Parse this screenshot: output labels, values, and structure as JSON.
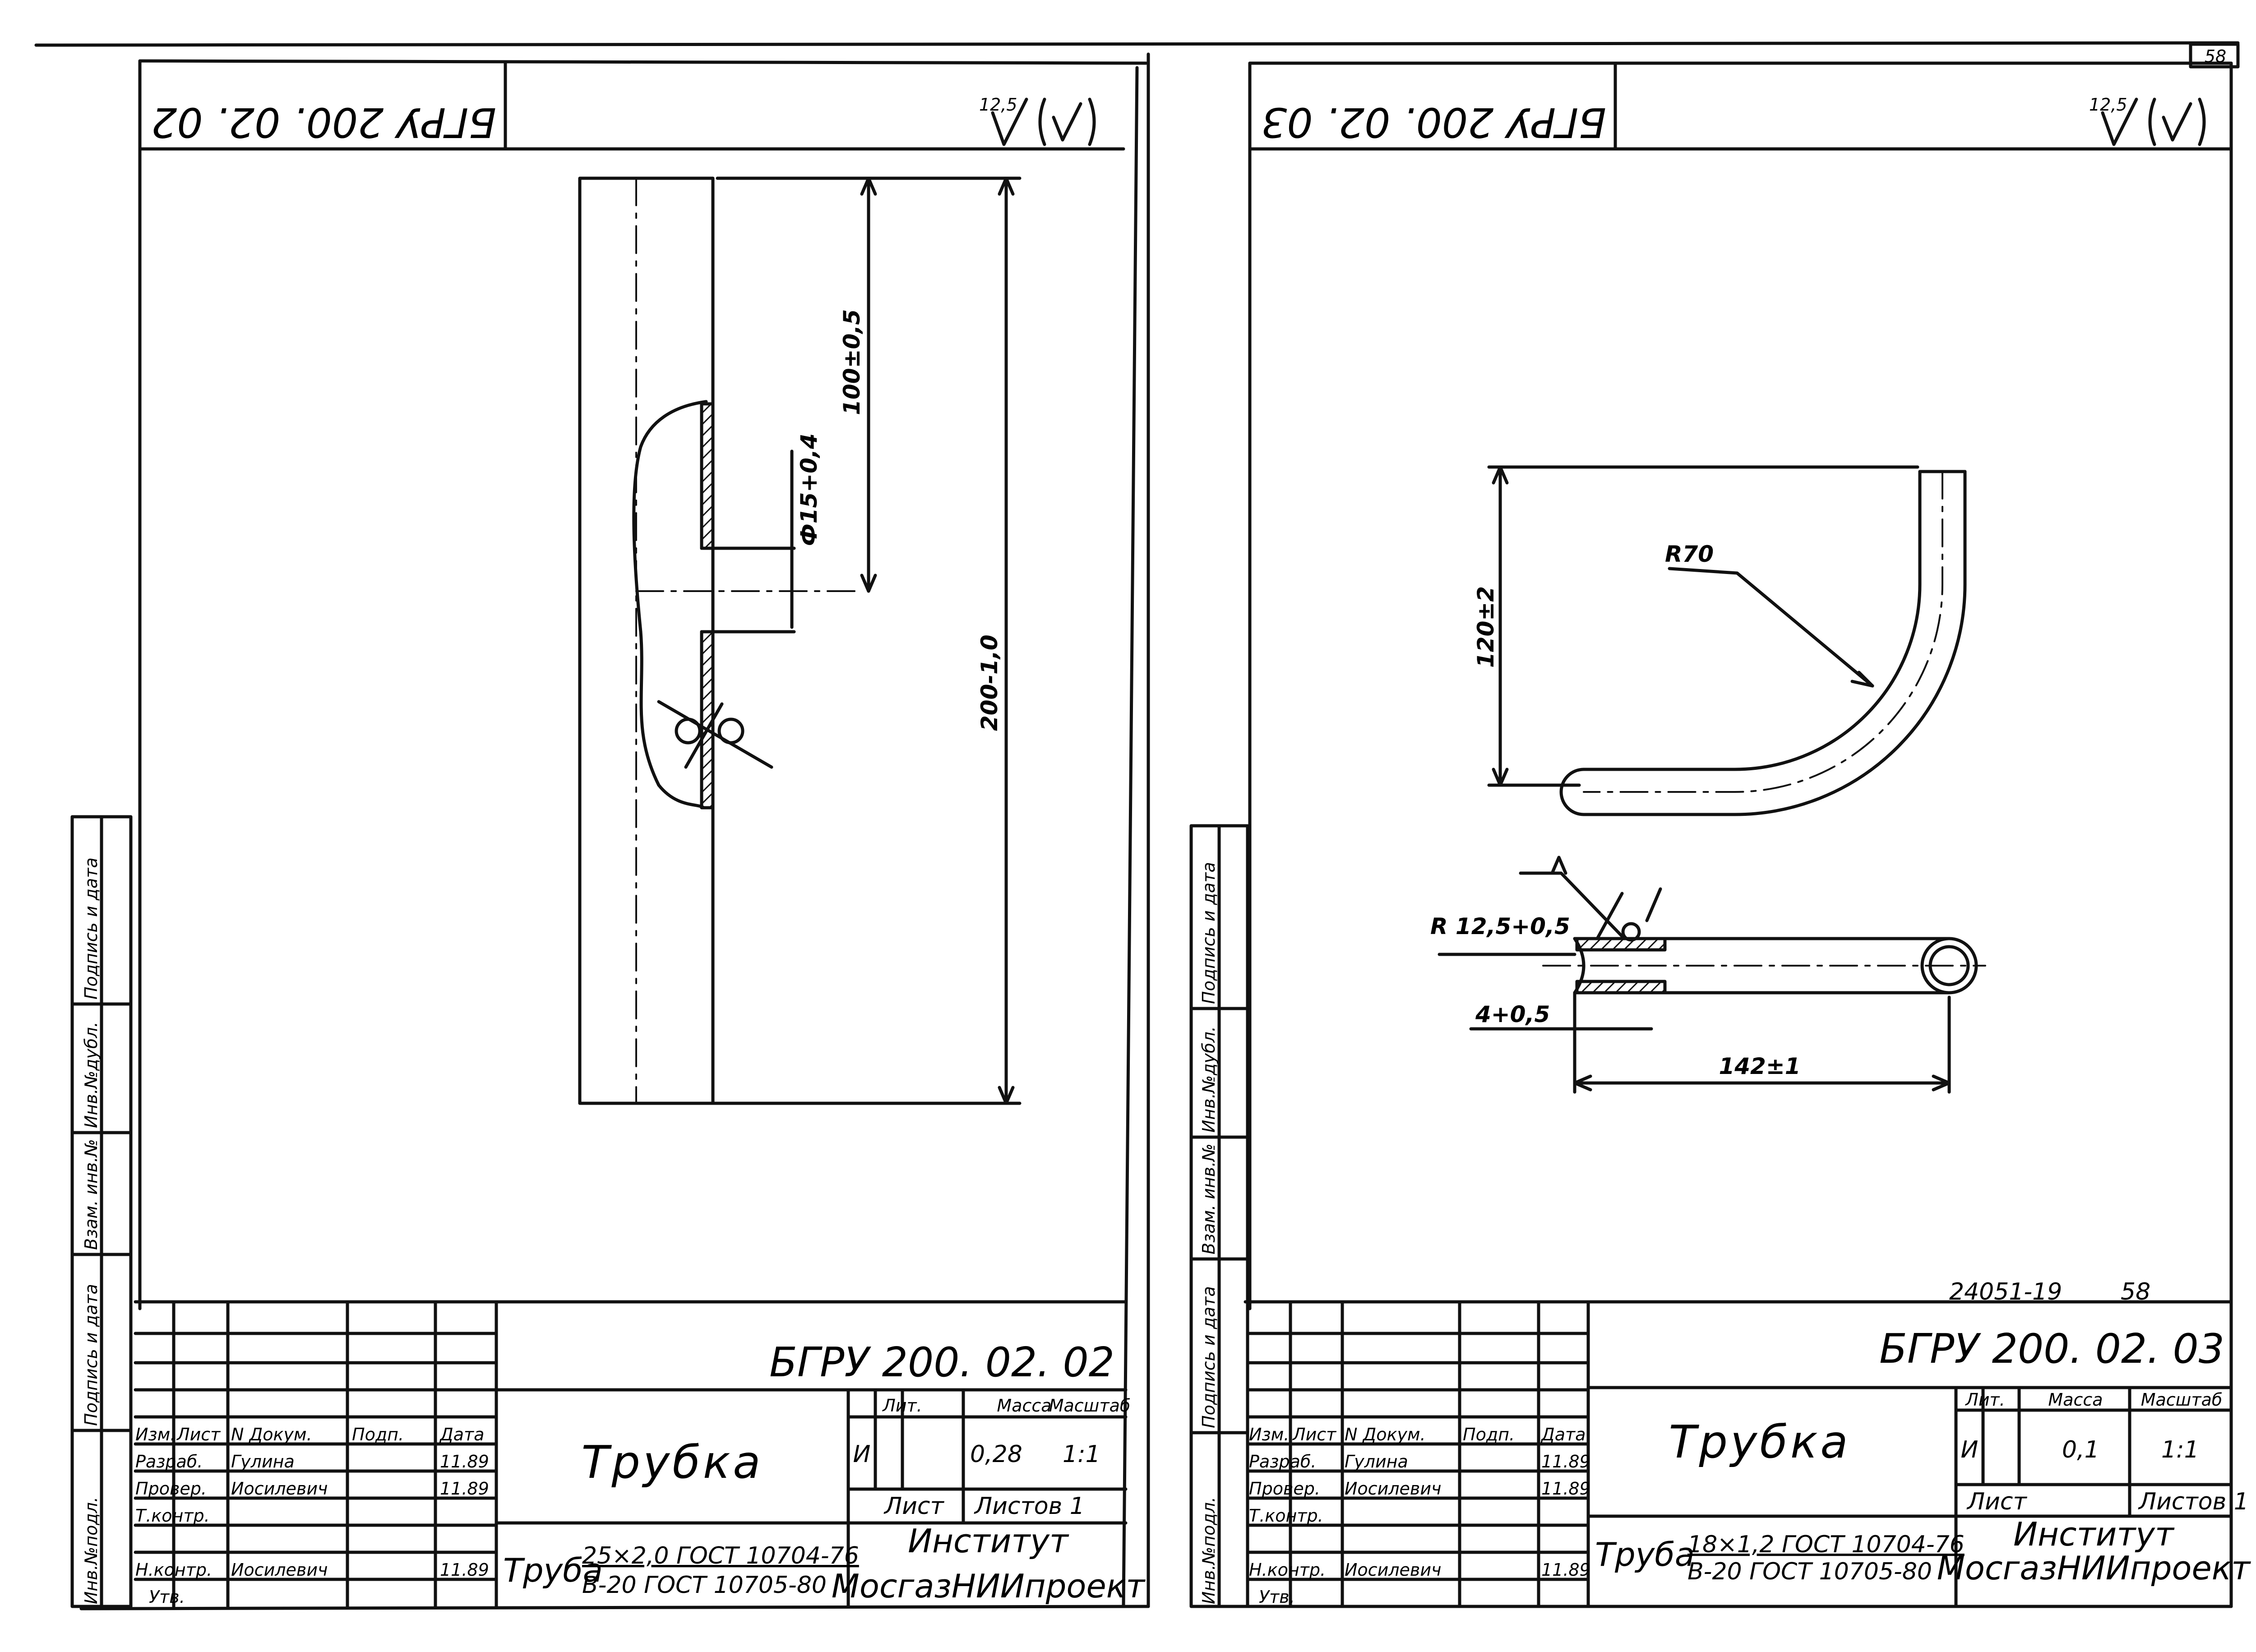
{
  "page_number": "58",
  "side_stamps": [
    "Инв.№подл.",
    "Подпись и дата",
    "Взам. инв.№",
    "Инв.№дубл.",
    "Подпись и дата"
  ],
  "roughness": {
    "value": "12,5",
    "paren": "(√)"
  },
  "sheets": [
    {
      "code": "БГРУ 200. 02. 02",
      "code_top": "БГРУ 200. 02. 02",
      "title": "Трубка",
      "material_label": "Труба",
      "material_line1": "25×2,0 ГОСТ 10704-76",
      "material_line2": "В-20 ГОСТ 10705-80",
      "header": {
        "lit": "Лит.",
        "mass": "Масса",
        "scale": "Масштаб",
        "sheet": "Лист",
        "sheets": "Листов 1"
      },
      "values": {
        "lit": "И",
        "mass": "0,28",
        "scale": "1:1"
      },
      "org_line1": "Институт",
      "org_line2": "МосгазНИИпроект",
      "staff_header": {
        "izm": "Изм.",
        "list": "Лист",
        "doc": "N Докум.",
        "sign": "Подп.",
        "date": "Дата"
      },
      "staff": [
        {
          "role": "Разраб.",
          "name": "Гулина",
          "date": "11.89"
        },
        {
          "role": "Провер.",
          "name": "Иосилевич",
          "date": "11.89"
        },
        {
          "role": "Т.контр.",
          "name": "",
          "date": ""
        },
        {
          "role": "Н.контр.",
          "name": "Иосилевич",
          "date": "11.89"
        },
        {
          "role": "Утв.",
          "name": "",
          "date": ""
        }
      ],
      "dims": {
        "d1": "100±0,5",
        "d2": "Ф15+0,4",
        "d3": "200-1,0"
      }
    },
    {
      "code": "БГРУ 200. 02. 03",
      "code_top": "БГРУ 200. 02. 03",
      "title": "Трубка",
      "material_label": "Труба",
      "material_line1": "18×1,2 ГОСТ 10704-76",
      "material_line2": "В-20 ГОСТ 10705-80",
      "header": {
        "lit": "Лит.",
        "mass": "Масса",
        "scale": "Масштаб",
        "sheet": "Лист",
        "sheets": "Листов 1"
      },
      "values": {
        "lit": "И",
        "mass": "0,1",
        "scale": "1:1"
      },
      "org_line1": "Институт",
      "org_line2": "МосгазНИИпроект",
      "staff_header": {
        "izm": "Изм.",
        "list": "Лист",
        "doc": "N Докум.",
        "sign": "Подп.",
        "date": "Дата"
      },
      "staff": [
        {
          "role": "Разраб.",
          "name": "Гулина",
          "date": "11.89"
        },
        {
          "role": "Провер.",
          "name": "Иосилевич",
          "date": "11.89"
        },
        {
          "role": "Т.контр.",
          "name": "",
          "date": ""
        },
        {
          "role": "Н.контр.",
          "name": "Иосилевич",
          "date": "11.89"
        },
        {
          "role": "Утв.",
          "name": "",
          "date": ""
        }
      ],
      "archive_no": "24051-19",
      "archive_page": "58",
      "dims": {
        "r1": "R70",
        "h1": "120±2",
        "r2": "R 12,5+0,5",
        "l1": "4+0,5",
        "l2": "142±1"
      }
    }
  ]
}
